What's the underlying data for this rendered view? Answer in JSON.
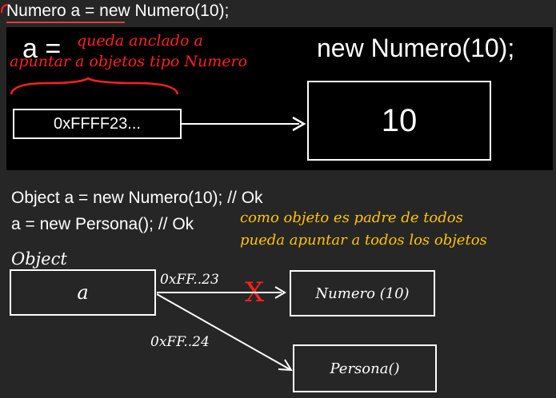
{
  "top_code": "Numero a = new Numero(10);",
  "panel": {
    "a_label": "a =",
    "new_expr": "new Numero(10);",
    "note_line1": "queda anclado a",
    "note_line2": "apuntar a objetos tipo Numero",
    "address": "0xFFFF23...",
    "value": "10"
  },
  "code_lines": [
    "Object a = new Numero(10); // Ok",
    "a = new Persona(); // Ok"
  ],
  "yellow_note": {
    "line1": "como objeto es padre de todos",
    "line2": "pueda apuntar a todos los objetos"
  },
  "sketch": {
    "type_label": "Object",
    "var_label": "a",
    "addr1": "0xFF..23",
    "addr2": "0xFF..24",
    "target1": "Numero (10)",
    "target2": "Persona()",
    "cross_mark": "X"
  },
  "colors": {
    "background": "#262626",
    "panel": "#000000",
    "red_ink": "#ff2020",
    "yellow_ink": "#ffc400"
  }
}
